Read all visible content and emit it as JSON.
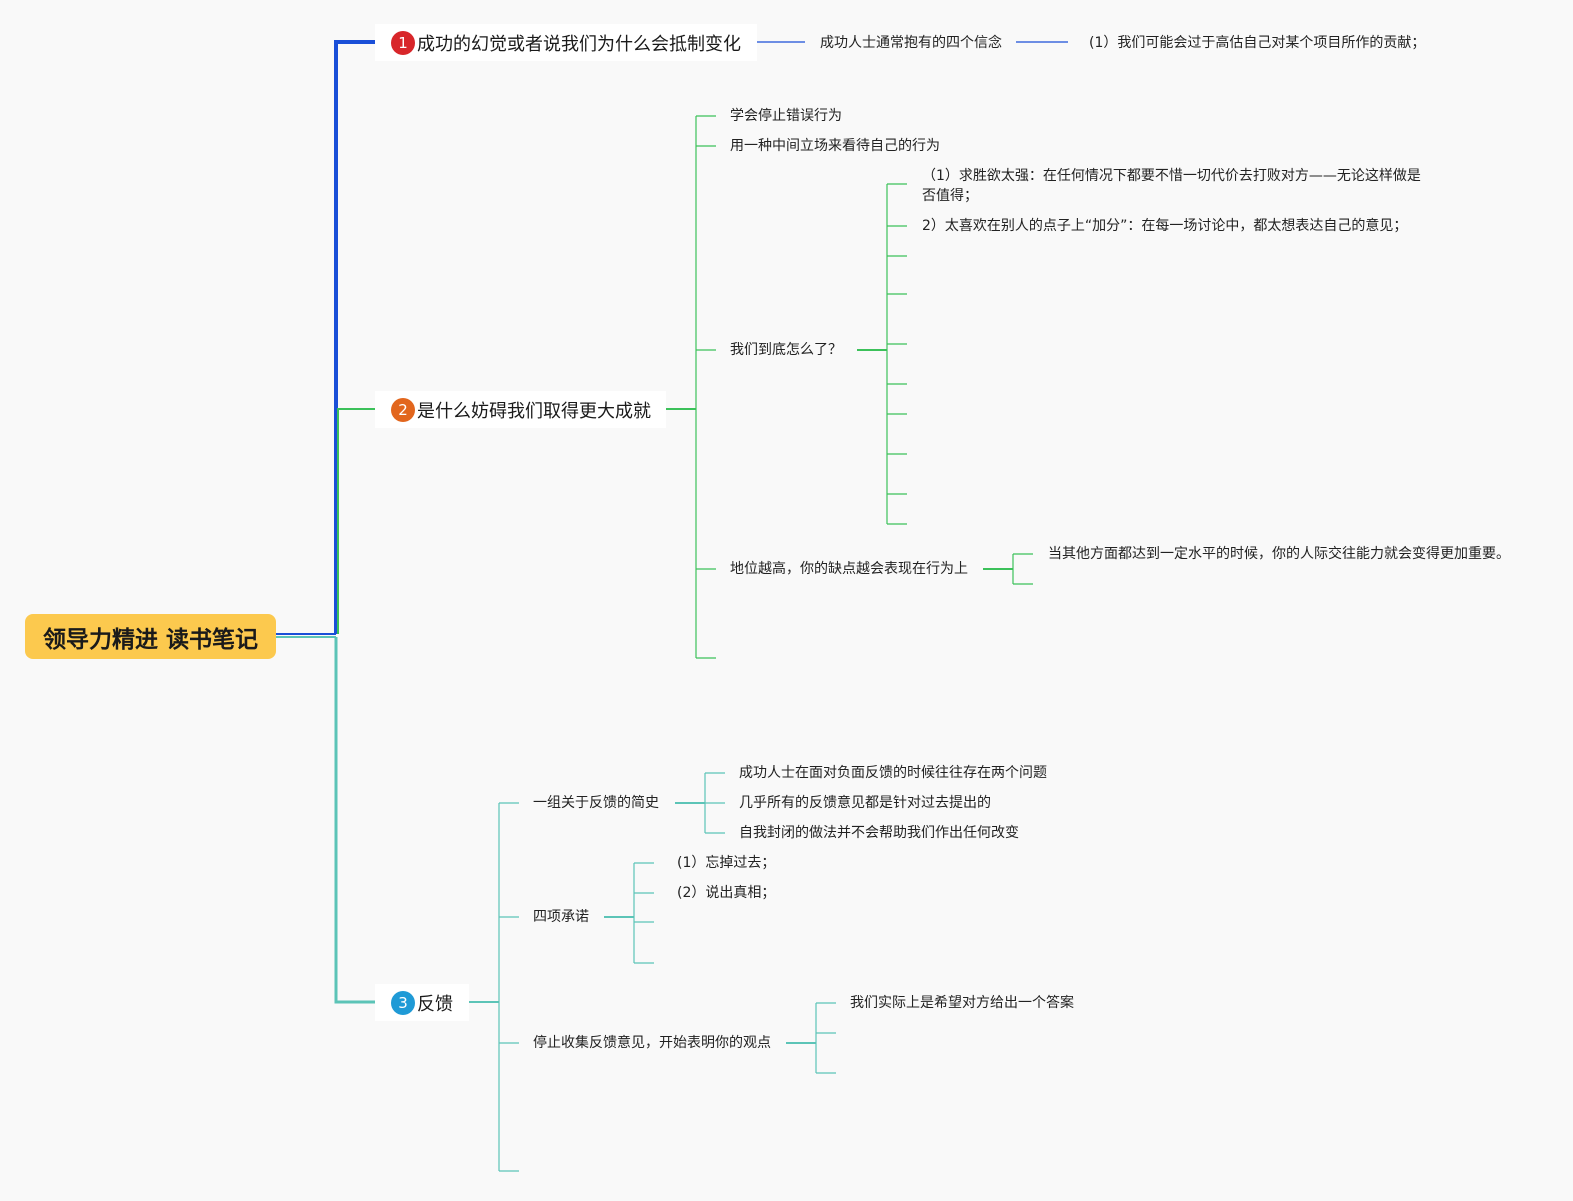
{
  "root": {
    "title": "领导力精进 读书笔记"
  },
  "topics": [
    {
      "number": "1",
      "badge_color": "#d8262a",
      "line_color": "#1a4fd8",
      "title": "成功的幻觉或者说我们为什么会抵制变化",
      "items": [
        {
          "label": "成功人士通常抱有的四个信念",
          "children": [
            {
              "label": "(1）我们可能会过于高估自己对某个项目所作的贡献；"
            }
          ]
        }
      ]
    },
    {
      "number": "2",
      "badge_color": "#e2661d",
      "line_color": "#3cc15a",
      "title": "是什么妨碍我们取得更大成就",
      "items": [
        {
          "label": "学会停止错误行为"
        },
        {
          "label": "用一种中间立场来看待自己的行为"
        },
        {
          "label": "我们到底怎么了？",
          "children": [
            {
              "label": "（1）求胜欲太强：在任何情况下都要不惜一切代价去打败对方——无论这样做是否值得；"
            },
            {
              "label": "2）太喜欢在别人的点子上“加分”：在每一场讨论中，都太想表达自己的意见；"
            }
          ]
        },
        {
          "label": "地位越高，你的缺点越会表现在行为上",
          "children": [
            {
              "label": "当其他方面都达到一定水平的时候，你的人际交往能力就会变得更加重要。"
            }
          ]
        }
      ]
    },
    {
      "number": "3",
      "badge_color": "#1f9ad6",
      "line_color": "#5cc4b7",
      "title": "反馈",
      "items": [
        {
          "label": "一组关于反馈的简史",
          "children": [
            {
              "label": "成功人士在面对负面反馈的时候往往存在两个问题"
            },
            {
              "label": "几乎所有的反馈意见都是针对过去提出的"
            },
            {
              "label": "自我封闭的做法并不会帮助我们作出任何改变"
            }
          ]
        },
        {
          "label": "四项承诺",
          "children": [
            {
              "label": "(1）忘掉过去；"
            },
            {
              "label": "(2）说出真相；"
            }
          ]
        },
        {
          "label": "停止收集反馈意见，开始表明你的观点",
          "children": [
            {
              "label": "我们实际上是希望对方给出一个答案"
            }
          ]
        }
      ]
    }
  ]
}
